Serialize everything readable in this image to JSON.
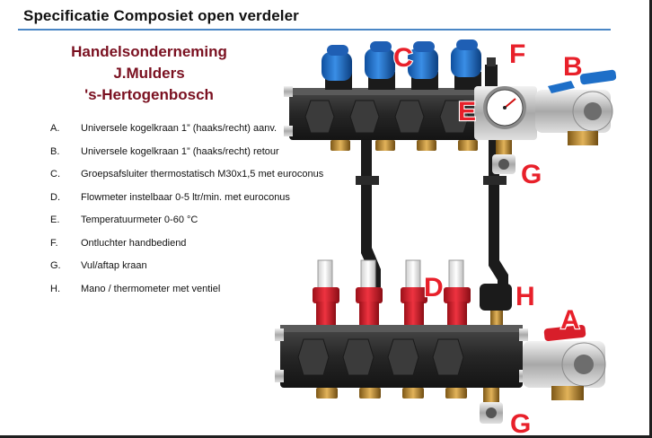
{
  "header": {
    "title": "Specificatie Composiet open verdeler"
  },
  "company": {
    "line1": "Handelsonderneming",
    "line2": "J.Mulders",
    "line3": "'s-Hertogenbosch"
  },
  "specs": [
    {
      "letter": "A.",
      "text": "Universele kogelkraan 1” (haaks/recht) aanv."
    },
    {
      "letter": "B.",
      "text": "Universele kogelkraan 1” (haaks/recht) retour"
    },
    {
      "letter": "C.",
      "text": "Groepsafsluiter thermostatisch M30x1,5 met euroconus"
    },
    {
      "letter": "D.",
      "text": "Flowmeter instelbaar 0-5 ltr/min. met euroconus"
    },
    {
      "letter": "E.",
      "text": "Temperatuurmeter 0-60 °C"
    },
    {
      "letter": "F.",
      "text": "Ontluchter handbediend"
    },
    {
      "letter": "G.",
      "text": "Vul/aftap kraan"
    },
    {
      "letter": "H.",
      "text": "Mano / thermometer met ventiel"
    }
  ],
  "callouts": {
    "C": "C",
    "F": "F",
    "B": "B",
    "E": "E",
    "G_top": "G",
    "D": "D",
    "H": "H",
    "A": "A",
    "G_bottom": "G"
  },
  "colors": {
    "title_rule": "#4a86c5",
    "company_text": "#7a1020",
    "callout_letters": "#e8202a",
    "top_caps": "#1e6fc8",
    "flowmeter_caps": "#d81e2a",
    "manifold_body": "#2b2b2b",
    "brass": "#b8872e"
  },
  "icons": {
    "top_valve_caps": "blue-thermostatic-cap-icon",
    "flowmeters": "red-flowmeter-icon",
    "temperature_gauge": "thermometer-dial-icon",
    "ball_valves": "ball-valve-icon",
    "drain_valves": "drain-valve-icon"
  }
}
